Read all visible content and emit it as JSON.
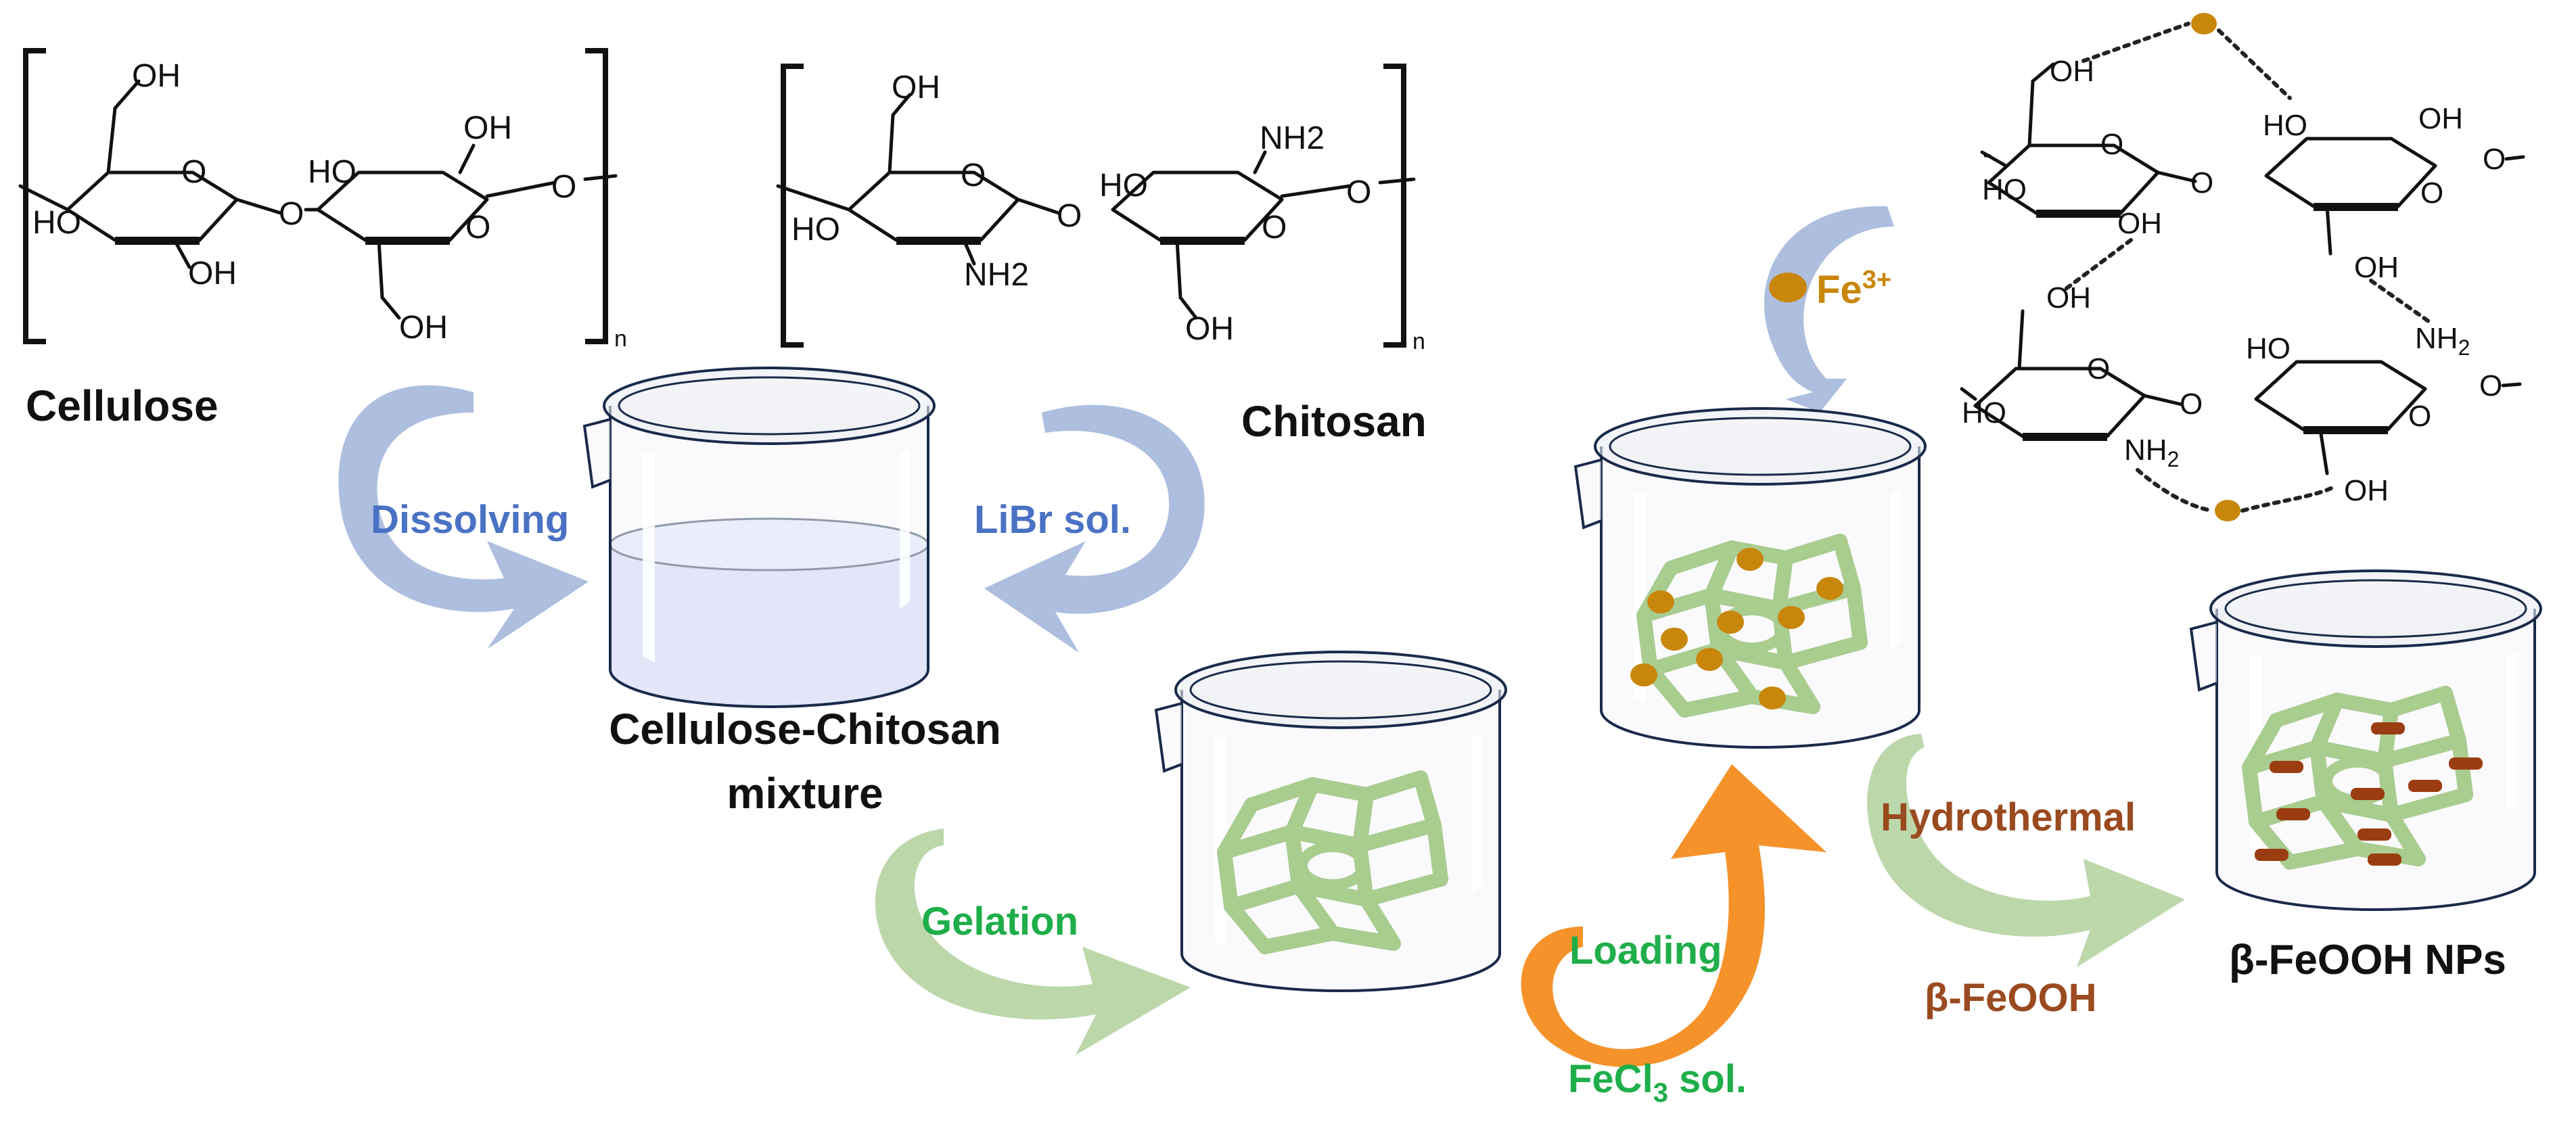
{
  "colors": {
    "blue_arrow": "#9fb3d9",
    "blue_text": "#4a72c4",
    "green_arrow": "#b5d3a1",
    "green_text": "#1fae4a",
    "orange_arrow": "#f5922a",
    "brown_text": "#9a4a1f",
    "fe_dot": "#c8860b",
    "feooh_rod": "#9a3d12",
    "network": "#a9cc8f",
    "solution": "#c9d3f5",
    "black": "#111111"
  },
  "labels": {
    "cellulose": "Cellulose",
    "chitosan": "Chitosan",
    "dissolving": "Dissolving",
    "libr": "LiBr sol.",
    "mixture_line1": "Cellulose-Chitosan",
    "mixture_line2": "mixture",
    "gelation": "Gelation",
    "loading": "Loading",
    "fecl3_prefix": "FeCl",
    "fecl3_sub": "3",
    "fecl3_suffix": " sol.",
    "fe3_base": "Fe",
    "fe3_sup": "3+",
    "hydrothermal": "Hydrothermal",
    "feooh_arrow": "β-FeOOH",
    "feooh_nps": "β-FeOOH  NPs"
  },
  "chem": {
    "oh": "OH",
    "ho": "HO",
    "o": "O",
    "nh2": "NH2",
    "nh_base": "NH",
    "sub2": "2",
    "n": "n"
  },
  "icons": [
    "dissolving-arrow",
    "libr-arrow",
    "gelation-arrow",
    "loading-arrow",
    "fe3-arrow",
    "hydrothermal-arrow",
    "beaker",
    "hydrogel-network",
    "fe3-dot",
    "feooh-rod"
  ]
}
